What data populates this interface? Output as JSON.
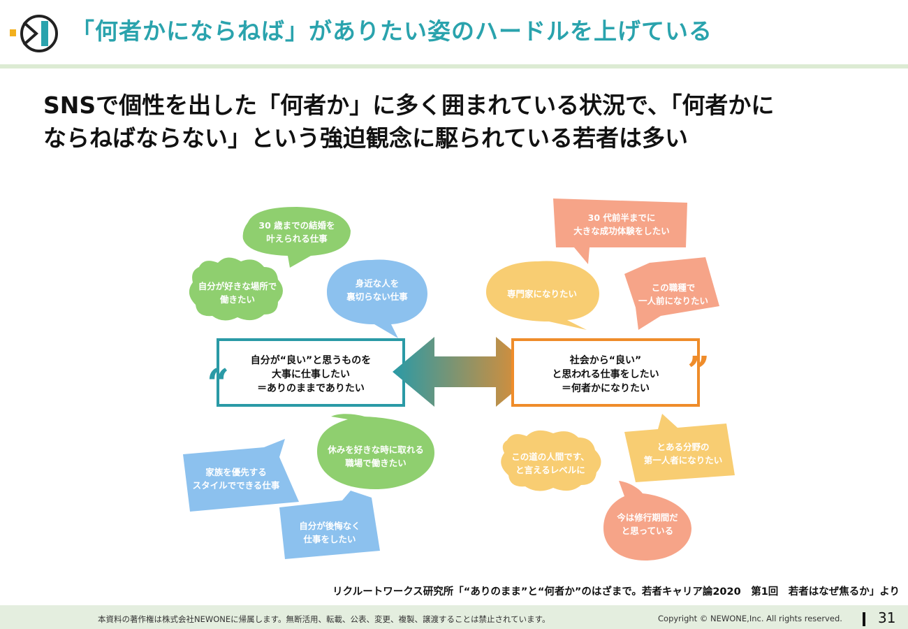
{
  "header": {
    "title": "「何者かにならねば」がありたい姿のハードルを上げている"
  },
  "subtitle": {
    "line1": "SNSで個性を出した「何者か」に多く囲まれている状況で、「何者かに",
    "line2": "ならねばならない」という強迫観念に駆られている若者は多い"
  },
  "diagram": {
    "left_box": {
      "line1": "自分が“良い”と思うものを",
      "line2": "大事に仕事したい",
      "line3": "＝ありのままでありたい"
    },
    "right_box": {
      "line1": "社会から“良い”",
      "line2": "と思われる仕事をしたい",
      "line3": "＝何者かになりたい"
    },
    "quote_open": "“",
    "quote_close": "”",
    "left_bubbles": [
      {
        "line1": "30 歳までの結婚を",
        "line2": "叶えられる仕事"
      },
      {
        "line1": "自分が好きな場所で",
        "line2": "働きたい"
      },
      {
        "line1": "身近な人を",
        "line2": "裏切らない仕事"
      },
      {
        "line1": "休みを好きな時に取れる",
        "line2": "職場で働きたい"
      },
      {
        "line1": "家族を優先する",
        "line2": "スタイルでできる仕事"
      },
      {
        "line1": "自分が後悔なく",
        "line2": "仕事をしたい"
      }
    ],
    "right_bubbles": [
      {
        "line1": "30 代前半までに",
        "line2": "大きな成功体験をしたい"
      },
      {
        "line1": "専門家になりたい"
      },
      {
        "line1": "この職種で",
        "line2": "一人前になりたい"
      },
      {
        "line1": "この道の人間です、",
        "line2": "と言えるレベルに"
      },
      {
        "line1": "とある分野の",
        "line2": "第一人者になりたい"
      },
      {
        "line1": "今は修行期間だ",
        "line2": "と思っている"
      }
    ],
    "colors": {
      "green": "#8fcf6f",
      "blue": "#8cc1ee",
      "salmon": "#f6a488",
      "yellow": "#f8cd72",
      "teal_box": "#2a9aa6",
      "orange_box": "#ef8c2a"
    }
  },
  "source": "リクルートワークス研究所「“ありのまま”と“何者か”のはざまで。若者キャリア論2020　第1回　若者はなぜ焦るか」より",
  "footer": {
    "note": "本資料の著作権は株式会社NEWONEに帰属します。無断活用、転載、公表、変更、複製、譲渡することは禁止されています。",
    "copyright": "Copyright © NEWONE,Inc.  All rights reserved.",
    "page": "31"
  }
}
